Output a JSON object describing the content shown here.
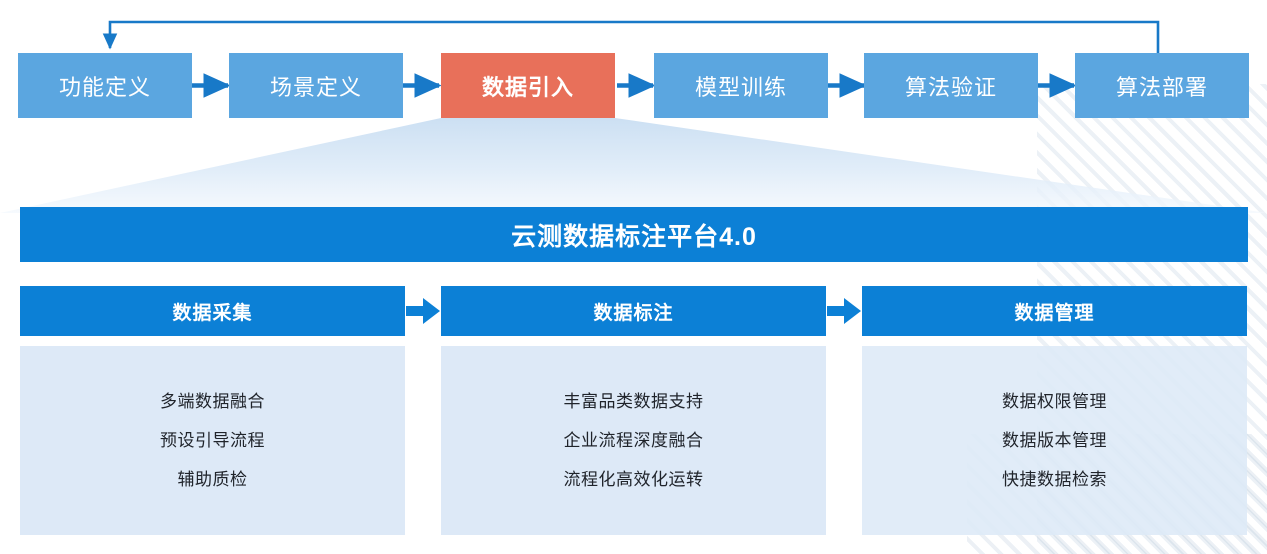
{
  "flow": {
    "name": "ai-development-lifecycle",
    "loop_arrow": "feedback-loop-from-deployment-to-definition",
    "steps": [
      {
        "label": "功能定义",
        "state": "normal"
      },
      {
        "label": "场景定义",
        "state": "normal"
      },
      {
        "label": "数据引入",
        "state": "active"
      },
      {
        "label": "模型训练",
        "state": "normal"
      },
      {
        "label": "算法验证",
        "state": "normal"
      },
      {
        "label": "算法部署",
        "state": "normal"
      }
    ]
  },
  "panel": {
    "title": "云测数据标注平台4.0",
    "columns": [
      {
        "head": "数据采集",
        "features": [
          "多端数据融合",
          "预设引导流程",
          "辅助质检"
        ]
      },
      {
        "head": "数据标注",
        "features": [
          "丰富品类数据支持",
          "企业流程深度融合",
          "流程化高效化运转"
        ]
      },
      {
        "head": "数据管理",
        "features": [
          "数据权限管理",
          "数据版本管理",
          "快捷数据检索"
        ]
      }
    ],
    "separators": [
      "right-arrow-icon",
      "right-arrow-icon"
    ]
  },
  "colors": {
    "flow_blue": "#5BA6E0",
    "flow_active_red": "#E8705A",
    "brand_blue": "#0C80D6",
    "panel_body_blue": "#DDE9F7",
    "connector_blue": "#1879C8",
    "text_dark": "#20242b",
    "text_light": "#ffffff"
  }
}
